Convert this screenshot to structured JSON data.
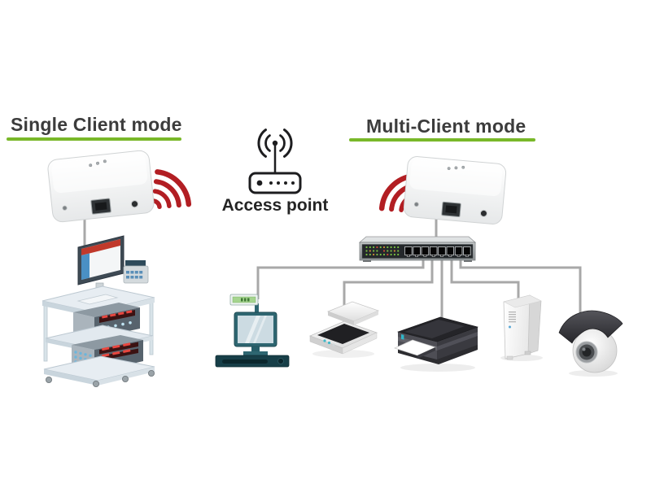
{
  "sections": {
    "single_client": {
      "title": "Single Client mode"
    },
    "multi_client": {
      "title": "Multi-Client mode"
    }
  },
  "access_point": {
    "label": "Access point"
  },
  "colors": {
    "accent_green": "#79b829",
    "signal_red": "#b21e23",
    "cable_gray": "#a8a8a8",
    "title_text": "#3c3c3c",
    "switch_panel": "#24282b",
    "pos_teal": "#2e6671"
  },
  "icons": {
    "access_point": "wireless-router-line-art",
    "wifi_waves": "red-radio-signal-arcs",
    "client_adapter": "white-wireless-lan-adapter",
    "medical_cart": "medical-equipment-trolley",
    "network_switch": "8-port-ethernet-switch",
    "pos_terminal": "cash-register",
    "scanner": "flatbed-scanner",
    "printer": "printer",
    "external_drive": "external-hard-disk",
    "camera": "surveillance-camera"
  }
}
